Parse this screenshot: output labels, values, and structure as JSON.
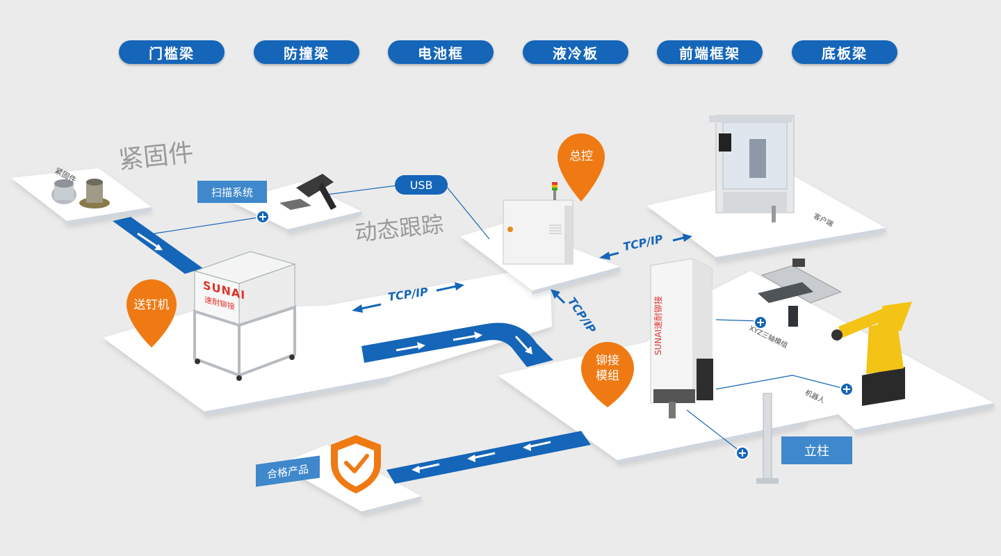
{
  "tabs": [
    {
      "label": "门槛梁"
    },
    {
      "label": "防撞梁"
    },
    {
      "label": "电池框"
    },
    {
      "label": "液冷板"
    },
    {
      "label": "前端框架"
    },
    {
      "label": "底板梁"
    }
  ],
  "labels": {
    "fastener_heading": "紧固件",
    "fastener_card": "紧固件",
    "scan_system": "扫描系统",
    "usb": "USB",
    "dynamic_tracking": "动态跟踪",
    "master_control": "总控",
    "feeder": "送钉机",
    "tcp_ip_1": "TCP/IP",
    "tcp_ip_2": "TCP/IP",
    "tcp_ip_3": "TCP/IP",
    "riveting_module_line1": "铆接",
    "riveting_module_line2": "模组",
    "qualified_product": "合格产品",
    "column": "立柱",
    "client": "客户端",
    "xyz_module": "XYZ三轴模组",
    "robot": "机器人",
    "brand_logo": "SUNAI",
    "brand_cn": "速耐铆接",
    "brand_vertical": "SUNAI速耐铆接"
  },
  "colors": {
    "brand_blue": "#1565b8",
    "label_blue": "#3f88cc",
    "pin_orange": "#ef7a14",
    "background": "#ebebeb",
    "platform": "#ffffff"
  }
}
